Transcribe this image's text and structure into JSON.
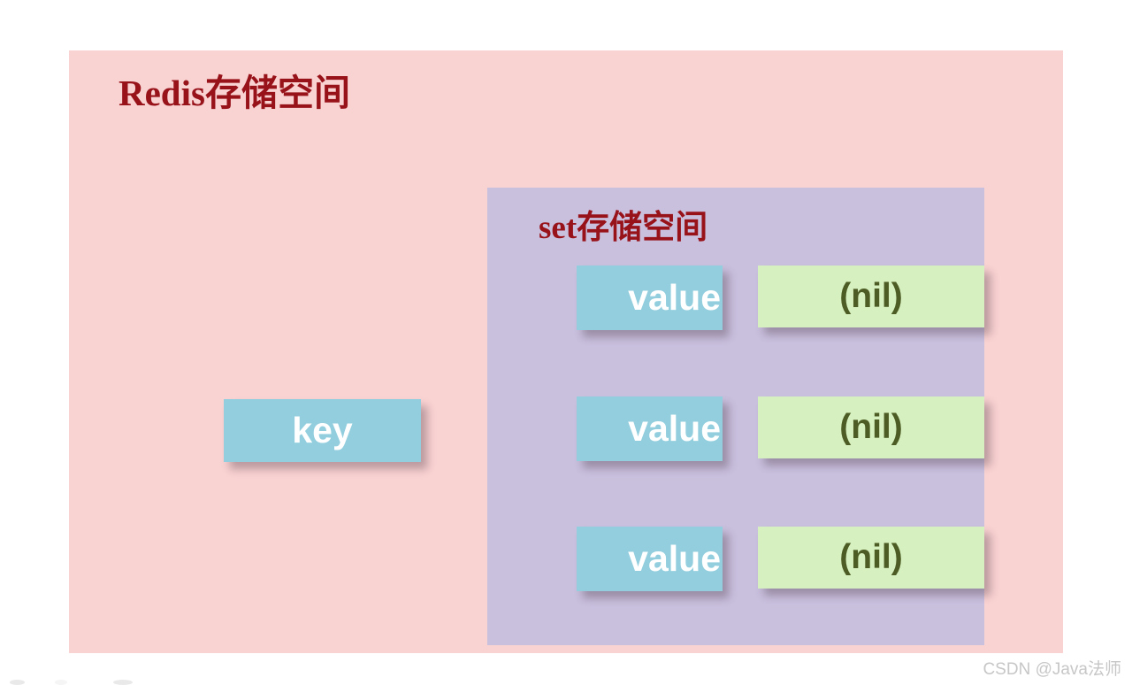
{
  "diagram": {
    "title": "Redis存储空间",
    "background_color": "#f9d2d2",
    "inner_panel": {
      "title": "set存储空间",
      "background_color": "#c9c0de"
    },
    "key_box": {
      "label": "key",
      "fill": "#92cede",
      "text_color": "#ffffff"
    },
    "rows": [
      {
        "value_label": "value",
        "nil_label": "(nil)"
      },
      {
        "value_label": "value",
        "nil_label": "(nil)"
      },
      {
        "value_label": "value",
        "nil_label": "(nil)"
      }
    ],
    "colors": {
      "title_red": "#98121a",
      "value_fill": "#92cede",
      "nil_fill": "#d7f0bf",
      "nil_text": "#4c5c24"
    }
  },
  "watermark": {
    "text": "CSDN @Java法师"
  }
}
